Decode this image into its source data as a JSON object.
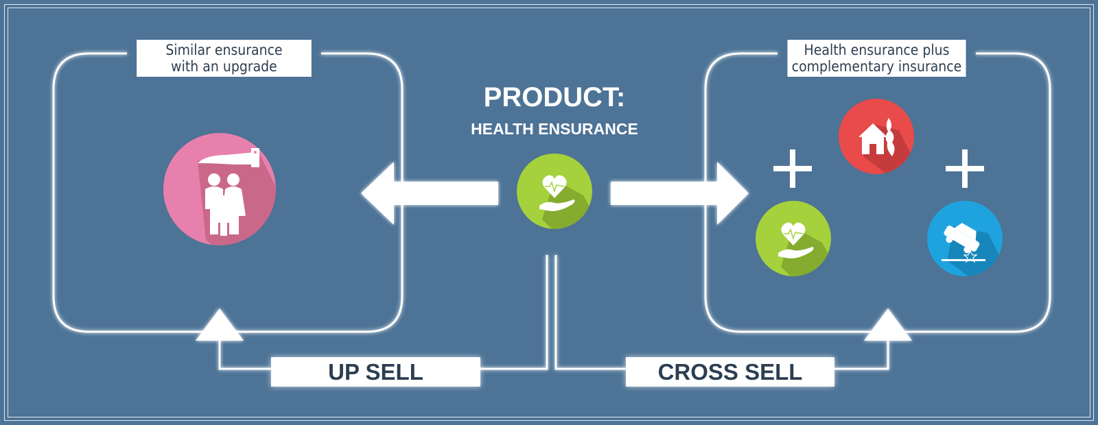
{
  "product": {
    "title": "PRODUCT:",
    "subtitle": "HEALTH ENSURANCE"
  },
  "left_panel": {
    "label_line1": "Similar ensurance",
    "label_line2": "with an upgrade"
  },
  "right_panel": {
    "label_line1": "Health ensurance plus",
    "label_line2": "complementary insurance"
  },
  "flows": {
    "up_sell": "UP SELL",
    "cross_sell": "CROSS SELL"
  },
  "icons": {
    "family": {
      "name": "family-protection-icon",
      "color": "#e880ad"
    },
    "health": {
      "name": "heart-hand-icon",
      "color": "#a5d13c"
    },
    "house": {
      "name": "house-fire-icon",
      "color": "#e94a4a"
    },
    "car": {
      "name": "car-crash-icon",
      "color": "#1fa3de"
    }
  },
  "colors": {
    "background": "#4d7396",
    "line": "#ffffff",
    "text_dark": "#2c3e50"
  }
}
